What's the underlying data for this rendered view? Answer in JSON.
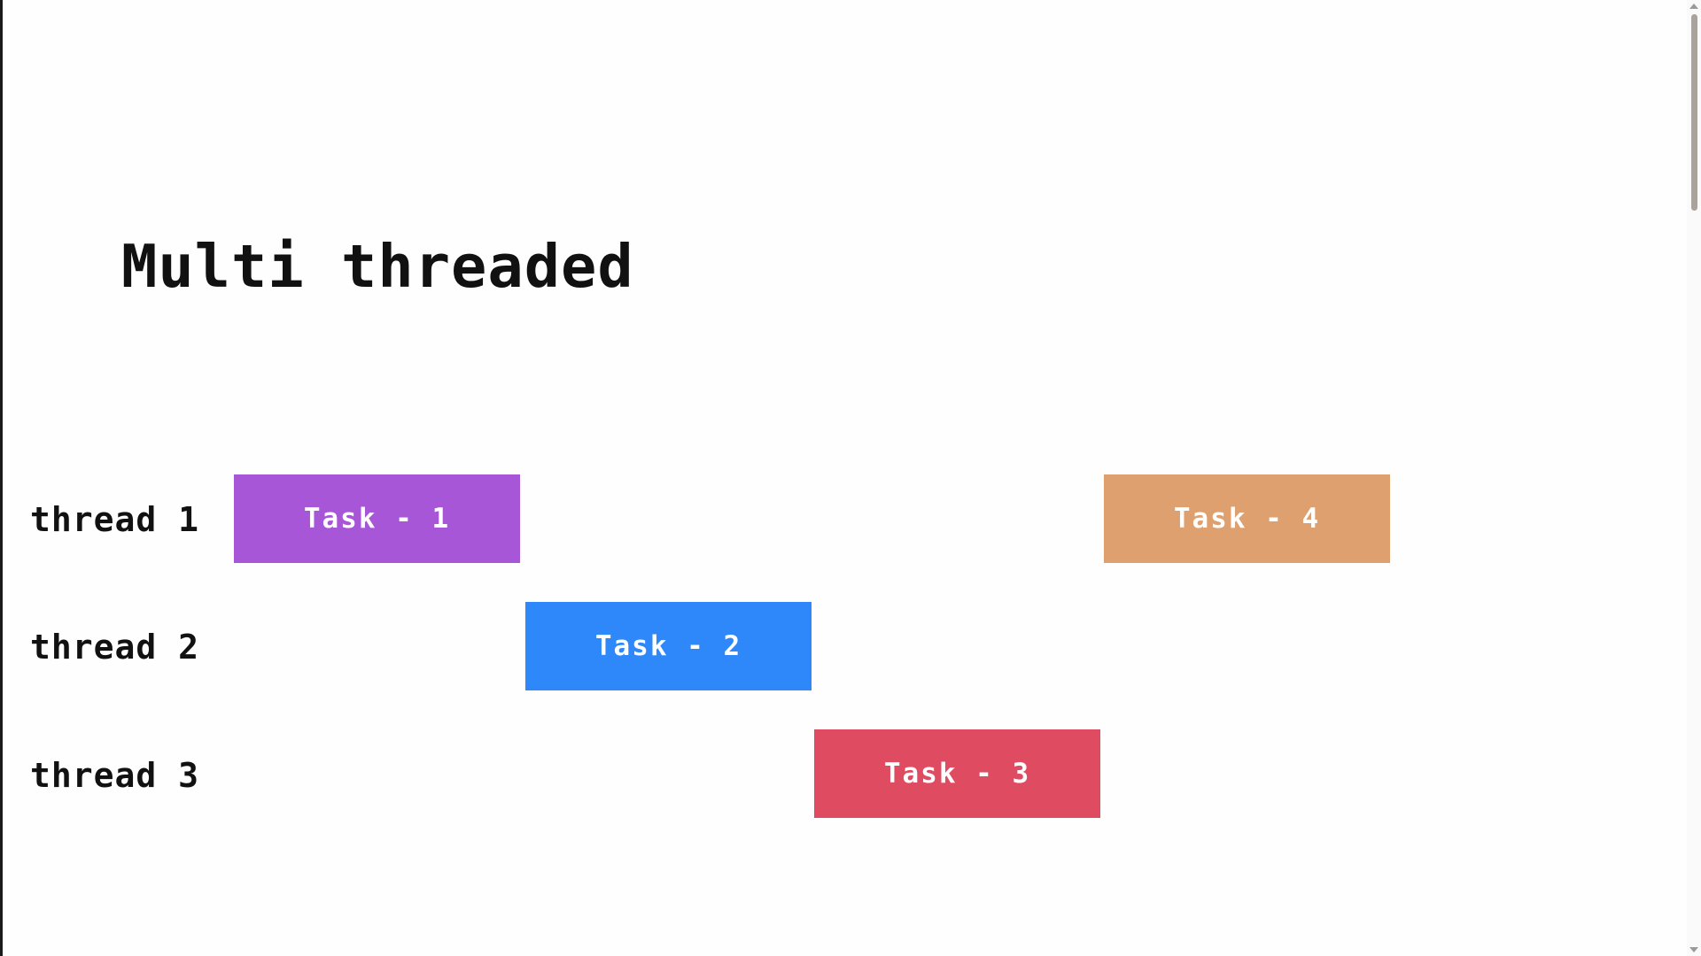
{
  "title": "Multi threaded",
  "threads": [
    {
      "label": "thread 1"
    },
    {
      "label": "thread 2"
    },
    {
      "label": "thread 3"
    }
  ],
  "tasks": [
    {
      "label": "Task - 1",
      "thread": 1,
      "color": "#a656d6"
    },
    {
      "label": "Task - 2",
      "thread": 2,
      "color": "#2e88fa"
    },
    {
      "label": "Task - 3",
      "thread": 3,
      "color": "#df4b60"
    },
    {
      "label": "Task - 4",
      "thread": 1,
      "color": "#dfa070"
    }
  ],
  "colors": {
    "background": "#fefefe",
    "text": "#111111",
    "task_text": "#ffffff",
    "scroll_thumb": "#a9a39c"
  },
  "icons": {
    "scroll_up": "chevron-up-icon",
    "scroll_down": "chevron-down-icon"
  }
}
